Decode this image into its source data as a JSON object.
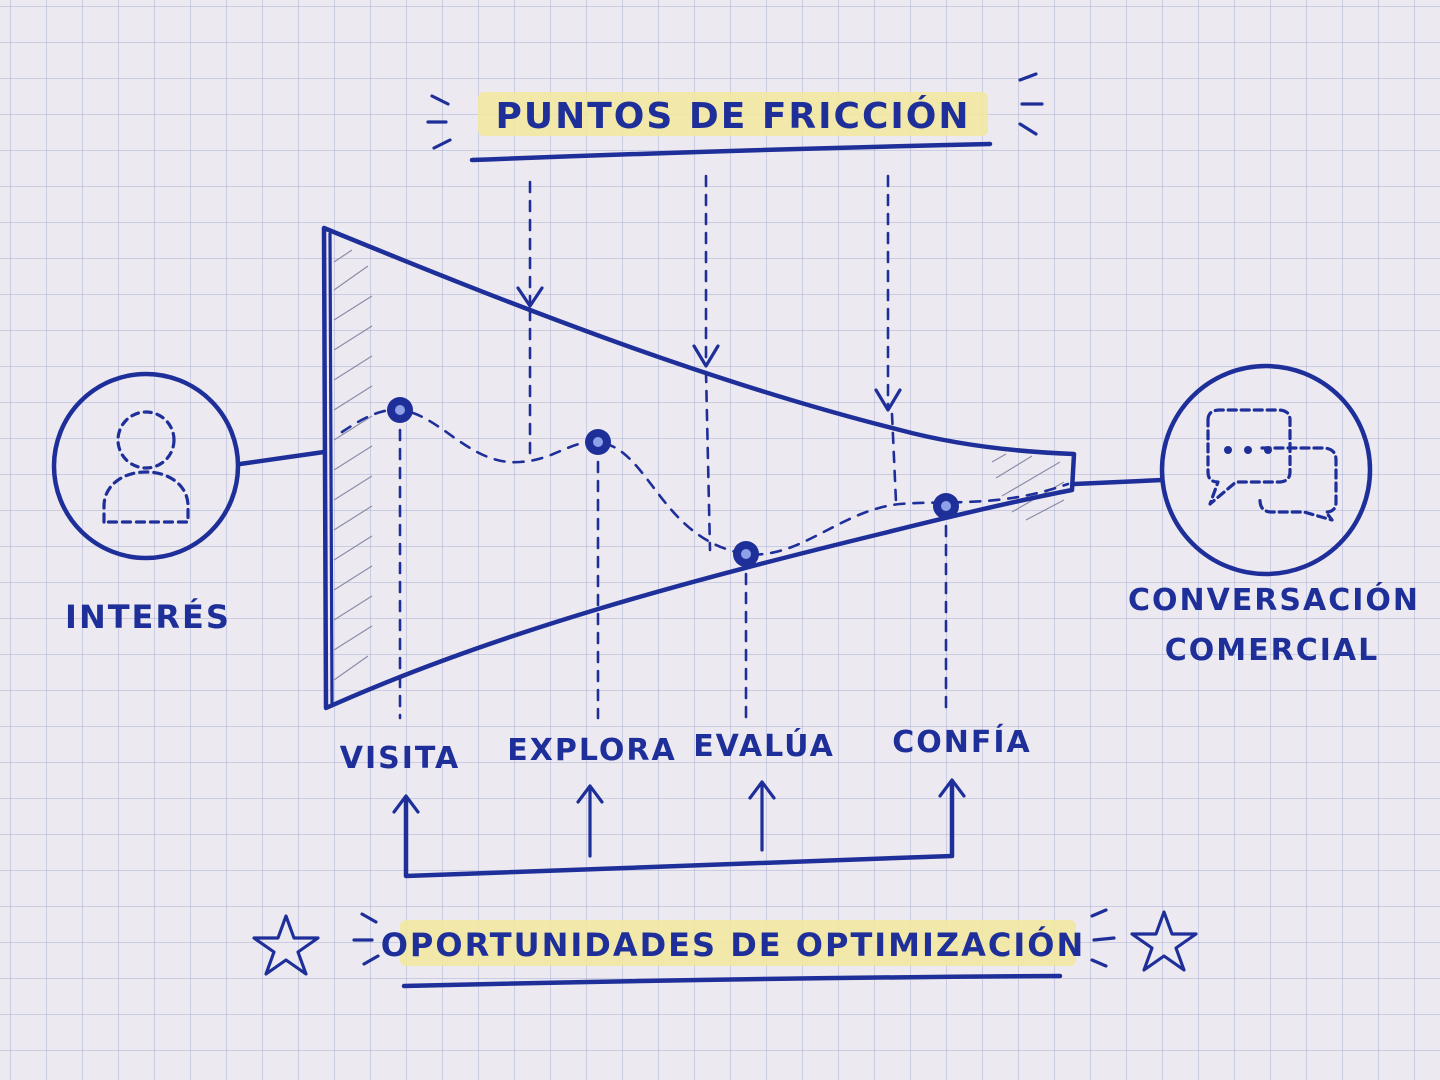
{
  "title_top": "PUNTOS DE FRICCIÓN",
  "title_bottom": "OPORTUNIDADES DE OPTIMIZACIÓN",
  "start": {
    "label": "INTERÉS",
    "icon": "person-icon"
  },
  "end": {
    "label_line1": "CONVERSACIÓN",
    "label_line2": "COMERCIAL",
    "icon": "chat-bubbles-icon"
  },
  "stages": [
    "VISITA",
    "EXPLORA",
    "EVALÚA",
    "CONFÍA"
  ],
  "colors": {
    "ink": "#1f2f9a",
    "highlight": "#f3e79c",
    "paper": "#eceaf0"
  }
}
